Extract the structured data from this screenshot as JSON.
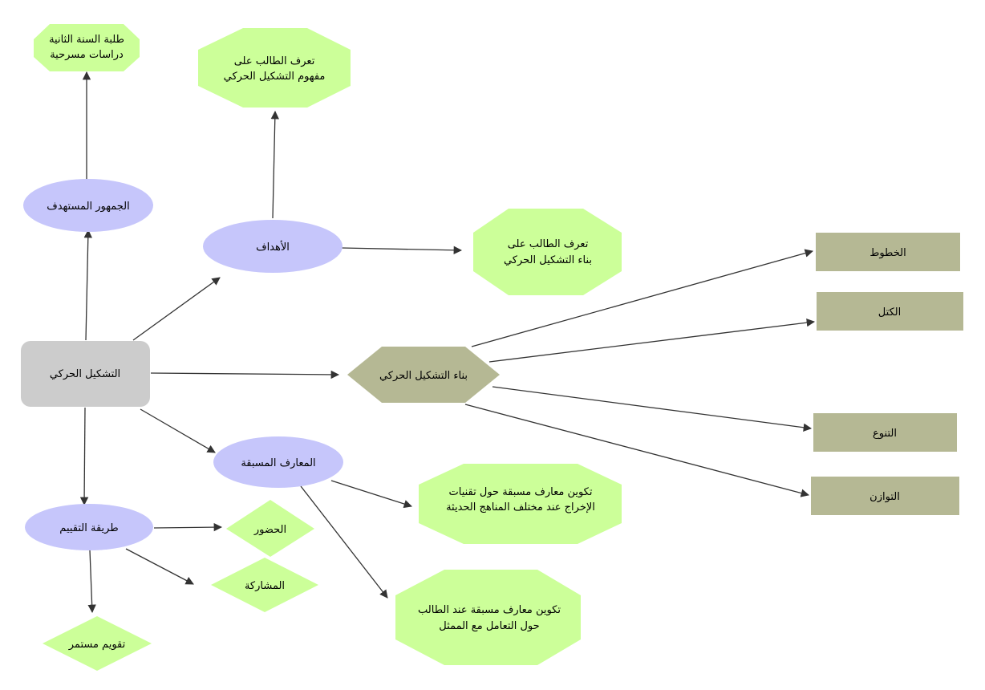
{
  "colors": {
    "root": "#cccccc",
    "ellipse": "#c6c6fb",
    "green": "#ccff99",
    "olive": "#b5b894",
    "edge": "#333333"
  },
  "nodes": {
    "root": {
      "text": "التشكيل الحركي"
    },
    "audience": {
      "text": "الجمهور المستهدف"
    },
    "students": {
      "lines": [
        "طلبة السنة الثانية",
        "دراسات مسرحية"
      ]
    },
    "goals": {
      "text": "الأهداف"
    },
    "goal_concept": {
      "lines": [
        "تعرف الطالب على",
        "مفهوم التشكيل الحركي"
      ]
    },
    "goal_build": {
      "lines": [
        "تعرف الطالب على",
        "بناء التشكيل الحركي"
      ]
    },
    "build": {
      "text": "بناء التشكيل الحركي"
    },
    "lines_el": {
      "text": "الخطوط"
    },
    "masses": {
      "text": "الكتل"
    },
    "variety": {
      "text": "التنوع"
    },
    "balance": {
      "text": "التوازن"
    },
    "prior": {
      "text": "المعارف المسبقة"
    },
    "prior_tech": {
      "lines": [
        "تكوين معارف مسبقة حول تقنيات",
        "الإخراج عند مختلف المناهج الحديثة"
      ]
    },
    "prior_actor": {
      "lines": [
        "تكوين معارف مسبقة عند الطالب",
        "حول التعامل مع الممثل"
      ]
    },
    "eval": {
      "text": "طريقة التقييم"
    },
    "attendance": {
      "text": "الحضور"
    },
    "participation": {
      "text": "المشاركة"
    },
    "continuous": {
      "text": "تقويم مستمر"
    }
  }
}
